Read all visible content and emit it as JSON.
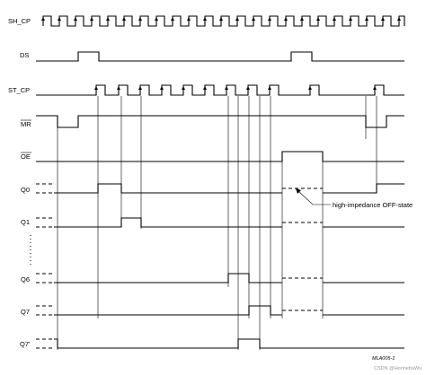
{
  "signals": {
    "sh_cp": "SH_CP",
    "ds": "DS",
    "st_cp": "ST_CP",
    "mr": "MR",
    "oe": "OE",
    "q0": "Q0",
    "q1": "Q1",
    "q6": "Q6",
    "q7": "Q7",
    "q7s": "Q7'"
  },
  "annotation": "high-impedance OFF-state",
  "figure_code": "MLA005-1",
  "watermark": "CSDN @HonnettaWu"
}
